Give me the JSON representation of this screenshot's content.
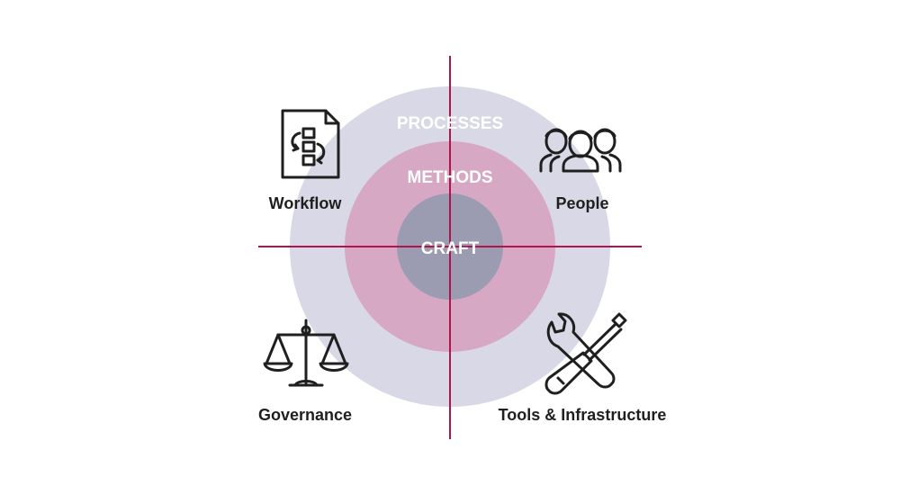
{
  "diagram": {
    "rings": {
      "outer": "PROCESSES",
      "middle": "METHODS",
      "inner": "CRAFT"
    },
    "quadrants": {
      "top_left": {
        "label": "Workflow",
        "icon": "workflow-document-icon"
      },
      "top_right": {
        "label": "People",
        "icon": "people-group-icon"
      },
      "bottom_left": {
        "label": "Governance",
        "icon": "scales-icon"
      },
      "bottom_right": {
        "label": "Tools & Infrastructure",
        "icon": "wrench-screwdriver-icon"
      }
    },
    "colors": {
      "outer_ring": "#d8d8e6",
      "middle_ring": "#d6a8c4",
      "inner_circle": "#9b9bb2",
      "axis": "#b0144a",
      "text": "#1f1f1f"
    }
  }
}
